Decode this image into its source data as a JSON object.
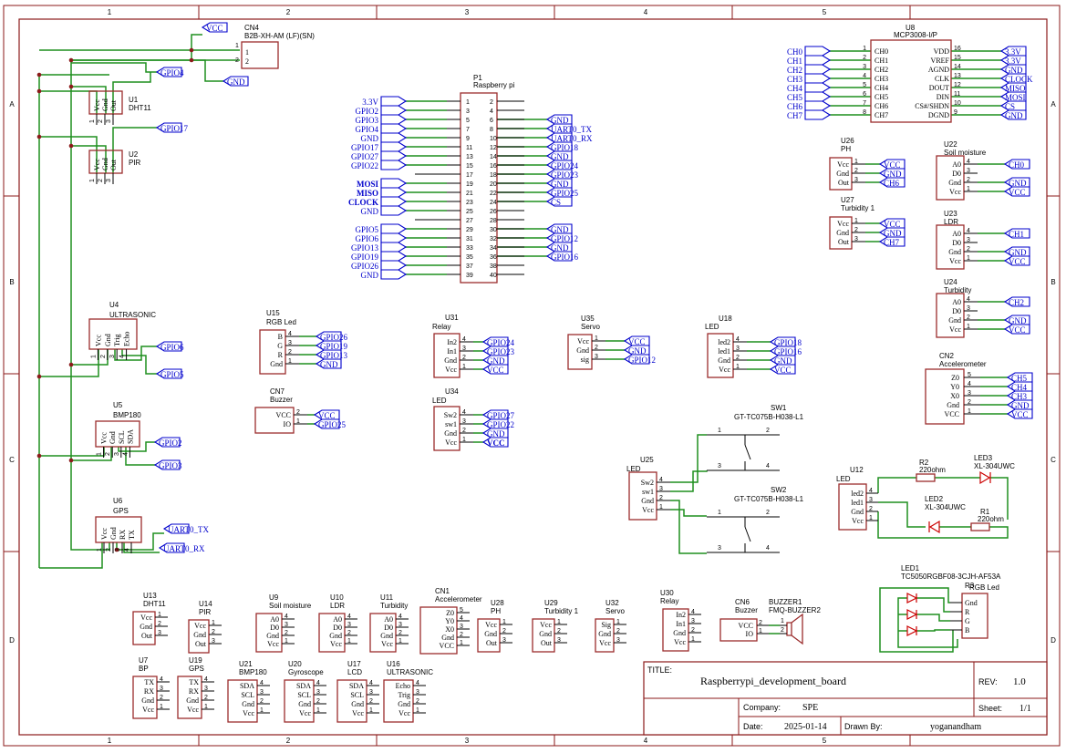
{
  "frame": {
    "cols_top": [
      "1",
      "2",
      "3",
      "4",
      "5"
    ],
    "cols_bottom": [
      "1",
      "2",
      "3",
      "4",
      "5"
    ],
    "rows": [
      "A",
      "B",
      "C",
      "D"
    ]
  },
  "title_block": {
    "title_label": "TITLE:",
    "title": "Raspberrypi_development_board",
    "rev_label": "REV:",
    "rev": "1.0",
    "company_label": "Company:",
    "company": "SPE",
    "sheet_label": "Sheet:",
    "sheet": "1/1",
    "date_label": "Date:",
    "date": "2025-01-14",
    "drawn_label": "Drawn By:",
    "drawn_by": "yoganandham"
  },
  "cn4": {
    "ref": "CN4",
    "part": "B2B-XH-AM (LF)(SN)",
    "pins": [
      "1",
      "2"
    ],
    "vcc": "VCC",
    "gnd": "GND"
  },
  "u1": {
    "ref": "U1",
    "name": "DHT11",
    "pins": [
      "Vcc",
      "Gnd",
      "Out"
    ],
    "num": [
      "1",
      "2",
      "3"
    ],
    "net": "GPIO4"
  },
  "u2": {
    "ref": "U2",
    "name": "PIR",
    "pins": [
      "Vcc",
      "Gnd",
      "Out"
    ],
    "num": [
      "1",
      "2",
      "3"
    ],
    "net": "GPIO17"
  },
  "u4": {
    "ref": "U4",
    "name": "ULTRASONIC",
    "pins": [
      "Vcc",
      "Gnd",
      "Trig",
      "Echo"
    ],
    "num": [
      "1",
      "2",
      "3",
      "4"
    ],
    "nets": [
      "GPIO6",
      "GPIO5"
    ]
  },
  "u5": {
    "ref": "U5",
    "name": "BMP180",
    "pins": [
      "Vcc",
      "Gnd",
      "SCL",
      "SDA"
    ],
    "num": [
      "1",
      "2",
      "3",
      "4"
    ],
    "nets": [
      "GPIO2",
      "GPIO3"
    ]
  },
  "u6": {
    "ref": "U6",
    "name": "GPS",
    "pins": [
      "Vcc",
      "Gnd",
      "RX",
      "TX"
    ],
    "num": [
      "1",
      "2",
      "3",
      "4"
    ],
    "nets": [
      "UART0_TX",
      "UART0_RX"
    ]
  },
  "p1": {
    "ref": "P1",
    "name": "Raspberry pi",
    "left_nets": [
      "3.3V",
      "GPIO2",
      "GPIO3",
      "GPIO4",
      "GND",
      "GPIO17",
      "GPIO27",
      "GPIO22",
      "",
      "MOSI",
      "MISO",
      "CLOCK",
      "GND",
      "",
      "GPIO5",
      "GPIO6",
      "GPIO13",
      "GPIO19",
      "GPIO26",
      "GND"
    ],
    "right_nets": [
      "",
      "",
      "GND",
      "UART0_TX",
      "UART0_RX",
      "GPIO18",
      "GND",
      "GPIO24",
      "GPIO23",
      "GND",
      "GPIO25",
      "CS",
      "",
      "",
      "GND",
      "GPIO12",
      "GND",
      "GPIO16",
      "",
      ""
    ],
    "odd": [
      "1",
      "3",
      "5",
      "7",
      "9",
      "11",
      "13",
      "15",
      "17",
      "19",
      "21",
      "23",
      "25",
      "27",
      "29",
      "31",
      "33",
      "35",
      "37",
      "39"
    ],
    "even": [
      "2",
      "4",
      "6",
      "8",
      "10",
      "12",
      "14",
      "16",
      "18",
      "20",
      "22",
      "24",
      "26",
      "28",
      "30",
      "32",
      "34",
      "36",
      "38",
      "40"
    ]
  },
  "u8": {
    "ref": "U8",
    "name": "MCP3008-I/P",
    "left_pins": [
      "CH0",
      "CH1",
      "CH2",
      "CH3",
      "CH4",
      "CH5",
      "CH6",
      "CH7"
    ],
    "left_num": [
      "1",
      "2",
      "3",
      "4",
      "5",
      "6",
      "7",
      "8"
    ],
    "left_nets": [
      "CH0",
      "CH1",
      "CH2",
      "CH3",
      "CH4",
      "CH5",
      "CH6",
      "CH7"
    ],
    "right_pins": [
      "VDD",
      "VREF",
      "AGND",
      "CLK",
      "DOUT",
      "DIN",
      "CS#/SHDN",
      "DGND"
    ],
    "right_num": [
      "16",
      "15",
      "14",
      "13",
      "12",
      "11",
      "10",
      "9"
    ],
    "right_nets": [
      "3.3V",
      "3.3V",
      "GND",
      "CLOCK",
      "MISO",
      "MOSI",
      "CS",
      "GND"
    ]
  },
  "u26": {
    "ref": "U26",
    "name": "PH",
    "pins": [
      "Vcc",
      "Gnd",
      "Out"
    ],
    "num": [
      "1",
      "2",
      "3"
    ],
    "nets": [
      "VCC",
      "GND",
      "CH6"
    ]
  },
  "u27": {
    "ref": "U27",
    "name": "Turbidity 1",
    "pins": [
      "Vcc",
      "Gnd",
      "Out"
    ],
    "num": [
      "1",
      "2",
      "3"
    ],
    "nets": [
      "VCC",
      "GND",
      "CH7"
    ]
  },
  "u22": {
    "ref": "U22",
    "name": "Soil moisture",
    "pins": [
      "A0",
      "D0",
      "Gnd",
      "Vcc"
    ],
    "num": [
      "4",
      "3",
      "2",
      "1"
    ],
    "nets": [
      "CH0",
      "",
      "GND",
      "VCC"
    ]
  },
  "u23": {
    "ref": "U23",
    "name": "LDR",
    "pins": [
      "A0",
      "D0",
      "Gnd",
      "Vcc"
    ],
    "num": [
      "4",
      "3",
      "2",
      "1"
    ],
    "nets": [
      "CH1",
      "",
      "GND",
      "VCC"
    ]
  },
  "u24": {
    "ref": "U24",
    "name": "Turbidity",
    "pins": [
      "A0",
      "D0",
      "Gnd",
      "Vcc"
    ],
    "num": [
      "4",
      "3",
      "2",
      "1"
    ],
    "nets": [
      "CH2",
      "",
      "GND",
      "VCC"
    ]
  },
  "cn2": {
    "ref": "CN2",
    "name": "Accelerometer",
    "pins": [
      "Z0",
      "Y0",
      "X0",
      "Gnd",
      "VCC"
    ],
    "num": [
      "5",
      "4",
      "3",
      "2",
      "1"
    ],
    "nets": [
      "CH5",
      "CH4",
      "CH3",
      "GND",
      "VCC"
    ]
  },
  "u15": {
    "ref": "U15",
    "name": "RGB Led",
    "pins": [
      "B",
      "G",
      "R",
      "Gnd"
    ],
    "num": [
      "4",
      "3",
      "2",
      "1"
    ],
    "nets": [
      "GPIO26",
      "GPIO19",
      "GPIO13",
      "GND"
    ]
  },
  "cn7": {
    "ref": "CN7",
    "name": "Buzzer",
    "pins": [
      "VCC",
      "IO"
    ],
    "num": [
      "2",
      "1"
    ],
    "nets": [
      "VCC",
      "GPIO25"
    ]
  },
  "u31": {
    "ref": "U31",
    "name": "Relay",
    "pins": [
      "In2",
      "In1",
      "Gnd",
      "Vcc"
    ],
    "num": [
      "4",
      "3",
      "2",
      "1"
    ],
    "nets": [
      "GPIO24",
      "GPIO23",
      "GND",
      "VCC"
    ]
  },
  "u34": {
    "ref": "U34",
    "name": "LED",
    "pins": [
      "Sw2",
      "sw1",
      "Gnd",
      "Vcc"
    ],
    "num": [
      "4",
      "3",
      "2",
      "1"
    ],
    "nets": [
      "GPIO27",
      "GPIO22",
      "GND",
      "VCC"
    ]
  },
  "u35": {
    "ref": "U35",
    "name": "Servo",
    "pins": [
      "Vcc",
      "Gnd",
      "sig"
    ],
    "num": [
      "1",
      "2",
      "3"
    ],
    "nets": [
      "VCC",
      "GND",
      "GPIO12"
    ]
  },
  "u18": {
    "ref": "U18",
    "name": "LED",
    "pins": [
      "led2",
      "led1",
      "Gnd",
      "Vcc"
    ],
    "num": [
      "4",
      "3",
      "2",
      "1"
    ],
    "nets": [
      "GPIO18",
      "GPIO16",
      "GND",
      "VCC"
    ]
  },
  "sw1": {
    "ref": "SW1",
    "part": "GT-TC075B-H038-L1",
    "pins": [
      "1",
      "2",
      "3",
      "4"
    ]
  },
  "sw2": {
    "ref": "SW2",
    "part": "GT-TC075B-H038-L1",
    "pins": [
      "1",
      "2",
      "3",
      "4"
    ]
  },
  "u25": {
    "ref": "U25",
    "name": "LED",
    "pins": [
      "Sw2",
      "sw1",
      "Gnd",
      "Vcc"
    ],
    "num": [
      "4",
      "3",
      "2",
      "1"
    ]
  },
  "u12": {
    "ref": "U12",
    "name": "LED",
    "pins": [
      "led2",
      "led1",
      "Gnd",
      "Vcc"
    ],
    "num": [
      "4",
      "3",
      "2",
      "1"
    ]
  },
  "r2": {
    "ref": "R2",
    "value": "220ohm"
  },
  "r1": {
    "ref": "R1",
    "value": "220ohm"
  },
  "led3": {
    "ref": "LED3",
    "part": "XL-304UWC"
  },
  "led2": {
    "ref": "LED2",
    "part": "XL-304UWC"
  },
  "led1": {
    "ref": "LED1",
    "part": "TC5050RGBF08-3CJH-AF53A"
  },
  "r3": {
    "ref": "R3",
    "name": "RGB Led",
    "pins": [
      "Gnd",
      "R",
      "G",
      "B"
    ]
  },
  "bottom": [
    {
      "ref": "U13",
      "name": "DHT11",
      "pins": [
        "Vcc",
        "Gnd",
        "Out"
      ],
      "num": [
        "1",
        "2",
        "3"
      ]
    },
    {
      "ref": "U14",
      "name": "PIR",
      "pins": [
        "Vcc",
        "Gnd",
        "Out"
      ],
      "num": [
        "1",
        "2",
        "3"
      ]
    },
    {
      "ref": "U9",
      "name": "Soil moisture",
      "pins": [
        "A0",
        "D0",
        "Gnd",
        "Vcc"
      ],
      "num": [
        "4",
        "3",
        "2",
        "1"
      ]
    },
    {
      "ref": "U10",
      "name": "LDR",
      "pins": [
        "A0",
        "D0",
        "Gnd",
        "Vcc"
      ],
      "num": [
        "4",
        "3",
        "2",
        "1"
      ]
    },
    {
      "ref": "U11",
      "name": "Turbidity",
      "pins": [
        "A0",
        "D0",
        "Gnd",
        "Vcc"
      ],
      "num": [
        "4",
        "3",
        "2",
        "1"
      ]
    },
    {
      "ref": "CN1",
      "name": "Accelerometer",
      "pins": [
        "Z0",
        "Y0",
        "X0",
        "Gnd",
        "VCC"
      ],
      "num": [
        "5",
        "4",
        "3",
        "2",
        "1"
      ]
    },
    {
      "ref": "U28",
      "name": "PH",
      "pins": [
        "Vcc",
        "Gnd",
        "Out"
      ],
      "num": [
        "1",
        "2",
        "3"
      ]
    },
    {
      "ref": "U29",
      "name": "Turbidity 1",
      "pins": [
        "Vcc",
        "Gnd",
        "Out"
      ],
      "num": [
        "1",
        "2",
        "3"
      ]
    },
    {
      "ref": "U32",
      "name": "Servo",
      "pins": [
        "Sig",
        "Gnd",
        "Vcc"
      ],
      "num": [
        "1",
        "2",
        "3"
      ]
    },
    {
      "ref": "U30",
      "name": "Relay",
      "pins": [
        "In2",
        "In1",
        "Gnd",
        "Vcc"
      ],
      "num": [
        "4",
        "3",
        "2",
        "1"
      ]
    },
    {
      "ref": "CN6",
      "name": "Buzzer",
      "pins": [
        "VCC",
        "IO"
      ],
      "num": [
        "2",
        "1"
      ]
    },
    {
      "ref": "BUZZER1",
      "name": "FMQ-BUZZER2",
      "pins": [],
      "num": [
        "1",
        "2"
      ]
    },
    {
      "ref": "U7",
      "name": "BP",
      "pins": [
        "TX",
        "RX",
        "Gnd",
        "Vcc"
      ],
      "num": [
        "4",
        "3",
        "2",
        "1"
      ]
    },
    {
      "ref": "U19",
      "name": "GPS",
      "pins": [
        "TX",
        "RX",
        "Gnd",
        "Vcc"
      ],
      "num": [
        "4",
        "3",
        "2",
        "1"
      ]
    },
    {
      "ref": "U21",
      "name": "BMP180",
      "pins": [
        "SDA",
        "SCL",
        "Gnd",
        "Vcc"
      ],
      "num": [
        "4",
        "3",
        "2",
        "1"
      ]
    },
    {
      "ref": "U20",
      "name": "Gyroscope",
      "pins": [
        "SDA",
        "SCL",
        "Gnd",
        "Vcc"
      ],
      "num": [
        "4",
        "3",
        "2",
        "1"
      ]
    },
    {
      "ref": "U17",
      "name": "LCD",
      "pins": [
        "SDA",
        "SCL",
        "Gnd",
        "Vcc"
      ],
      "num": [
        "4",
        "3",
        "2",
        "1"
      ]
    },
    {
      "ref": "U16",
      "name": "ULTRASONIC",
      "pins": [
        "Echo",
        "Trig",
        "Gnd",
        "Vcc"
      ],
      "num": [
        "4",
        "3",
        "2",
        "1"
      ]
    }
  ]
}
